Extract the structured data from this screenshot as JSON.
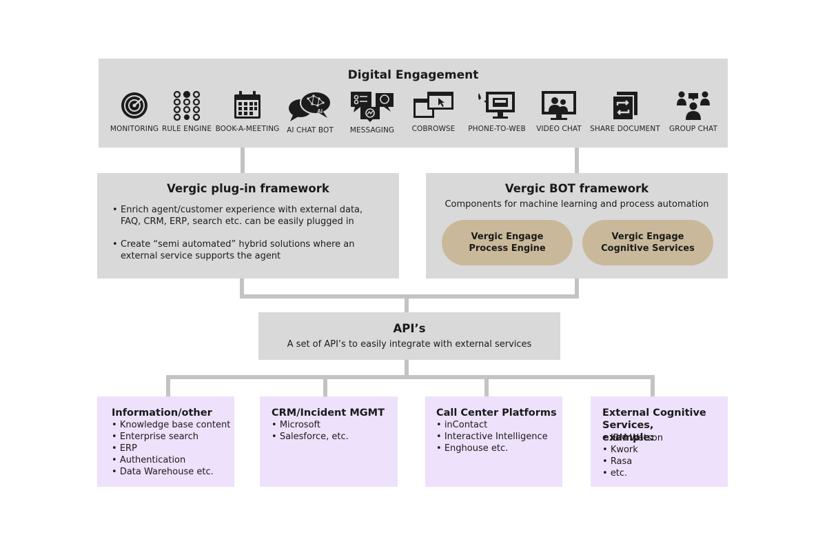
{
  "digital_engagement": {
    "title": "Digital Engagement",
    "channels": [
      {
        "label": "MONITORING",
        "icon": "radar-icon"
      },
      {
        "label": "RULE ENGINE",
        "icon": "rule-grid-icon"
      },
      {
        "label": "BOOK-A-MEETING",
        "icon": "calendar-icon"
      },
      {
        "label": "AI CHAT BOT",
        "icon": "ai-chat-icon",
        "icon_text": "AI"
      },
      {
        "label": "MESSAGING",
        "icon": "messaging-icon"
      },
      {
        "label": "COBROWSE",
        "icon": "cobrowse-icon"
      },
      {
        "label": "PHONE-TO-WEB",
        "icon": "phone-to-web-icon"
      },
      {
        "label": "VIDEO CHAT",
        "icon": "video-chat-icon"
      },
      {
        "label": "SHARE DOCUMENT",
        "icon": "share-document-icon"
      },
      {
        "label": "GROUP CHAT",
        "icon": "group-chat-icon"
      }
    ]
  },
  "plugin_framework": {
    "title": "Vergic plug-in framework",
    "bullets": [
      {
        "line1": "Enrich agent/customer experience with external data,",
        "line2": "FAQ, CRM, ERP, search etc. can be easily plugged in"
      },
      {
        "line1": "Create “semi automated” hybrid solutions where an",
        "line2": "external service supports the agent"
      }
    ]
  },
  "bot_framework": {
    "title": "Vergic BOT framework",
    "subtitle": "Components for machine learning and process automation",
    "components": [
      {
        "line1": "Vergic Engage",
        "line2": "Process Engine"
      },
      {
        "line1": "Vergic Engage",
        "line2": "Cognitive Services"
      }
    ]
  },
  "apis": {
    "title": "API’s",
    "subtitle": "A set of API’s to easily integrate with external services"
  },
  "integrations": [
    {
      "title": "Information/other",
      "items": [
        "Knowledge base content",
        "Enterprise search",
        "ERP",
        "Authentication",
        "Data Warehouse etc."
      ]
    },
    {
      "title": "CRM/Incident MGMT",
      "items": [
        "Microsoft",
        "Salesforce, etc."
      ]
    },
    {
      "title": "Call Center Platforms",
      "items": [
        "inContact",
        "Interactive Intelligence",
        "Enghouse etc."
      ]
    },
    {
      "title": "External Cognitive Services, example:",
      "items": [
        "IBM Watson",
        "Kwork",
        "Rasa",
        "etc."
      ]
    }
  ],
  "bullet_char": "•",
  "colors": {
    "panel_grey": "#d9d9d9",
    "integration_purple": "#eee1fb",
    "pill_tan": "#c9b99a",
    "connector_grey": "#c3c3c3",
    "icon_dark": "#1c1c1c"
  }
}
